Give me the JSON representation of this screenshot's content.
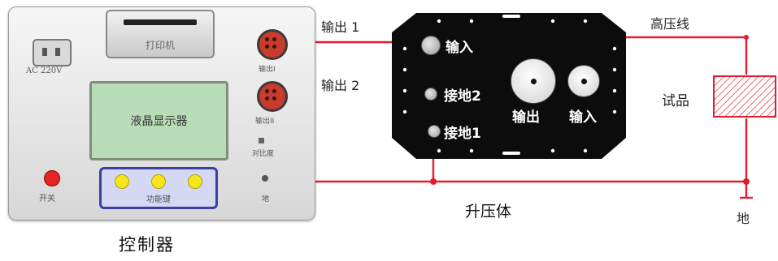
{
  "controller": {
    "title": "控制器",
    "printer_label": "打印机",
    "power_socket_label": "AC 220V",
    "lcd_label": "液晶显示器",
    "keypad_label": "功能键",
    "power_switch_label": "开关",
    "output1_label": "输出I",
    "output2_label": "输出II",
    "contrast_label": "对比度",
    "ground_label": "地"
  },
  "transformer": {
    "title": "升压体",
    "input_small_label": "输入",
    "ground2_label": "接地2",
    "ground1_label": "接地1",
    "output_label": "输出",
    "input_big_label": "输入"
  },
  "wiring": {
    "output1_label": "输出 1",
    "output2_label": "输出 2",
    "hv_line_label": "高压线",
    "specimen_label": "试品",
    "ground_label": "地",
    "wire_color": "#e31b2f"
  }
}
